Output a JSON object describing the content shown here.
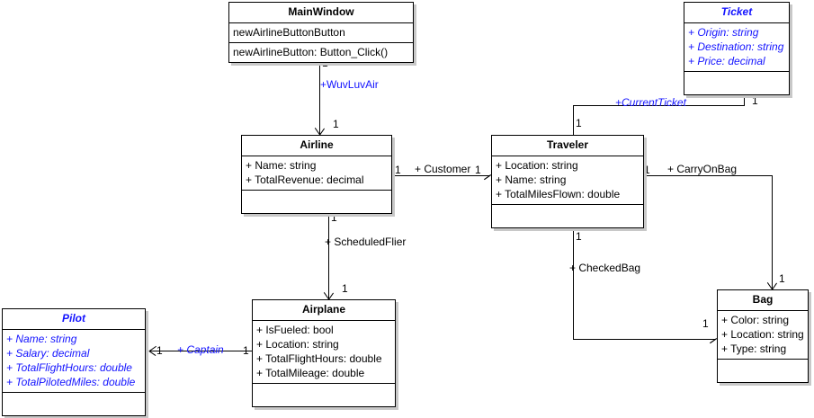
{
  "diagram": {
    "type": "uml-class-diagram",
    "classes": [
      {
        "id": "mainwindow",
        "name": "MainWindow",
        "style": "normal",
        "compartments": [
          [
            "newAirlineButtonButton"
          ],
          [
            "newAirlineButton: Button_Click()"
          ]
        ]
      },
      {
        "id": "ticket",
        "name": "Ticket",
        "style": "new",
        "compartments": [
          [
            "+ Origin: string",
            "+ Destination: string",
            "+ Price: decimal"
          ],
          []
        ]
      },
      {
        "id": "airline",
        "name": "Airline",
        "style": "normal",
        "compartments": [
          [
            "+ Name: string",
            "+ TotalRevenue: decimal"
          ],
          []
        ]
      },
      {
        "id": "traveler",
        "name": "Traveler",
        "style": "normal",
        "compartments": [
          [
            "+ Location: string",
            "+ Name: string",
            "+ TotalMilesFlown: double"
          ],
          []
        ]
      },
      {
        "id": "airplane",
        "name": "Airplane",
        "style": "normal",
        "compartments": [
          [
            "+ IsFueled: bool",
            "+ Location: string",
            "+ TotalFlightHours: double",
            "+ TotalMileage: double"
          ],
          []
        ]
      },
      {
        "id": "pilot",
        "name": "Pilot",
        "style": "new",
        "compartments": [
          [
            "+ Name: string",
            "+ Salary: decimal",
            "+ TotalFlightHours: double",
            "+ TotalPilotedMiles: double"
          ],
          []
        ]
      },
      {
        "id": "bag",
        "name": "Bag",
        "style": "normal",
        "compartments": [
          [
            "+ Color: string",
            "+ Location: string",
            "+ Type: string"
          ],
          []
        ]
      }
    ],
    "associations": [
      {
        "id": "mainwindow-airline",
        "from": "mainwindow",
        "to": "airline",
        "role": "+WuvLuvAir",
        "role_style": "blue",
        "source_multiplicity": "1",
        "target_multiplicity": "1"
      },
      {
        "id": "airline-traveler",
        "from": "airline",
        "to": "traveler",
        "role": "+ Customer",
        "role_style": "black",
        "source_multiplicity": "1",
        "target_multiplicity": "1"
      },
      {
        "id": "traveler-ticket",
        "from": "traveler",
        "to": "ticket",
        "role": "+CurrentTicket",
        "role_style": "blue-italic",
        "source_multiplicity": "1",
        "target_multiplicity": "1"
      },
      {
        "id": "traveler-carryonbag",
        "from": "traveler",
        "to": "bag",
        "role": "+ CarryOnBag",
        "role_style": "black",
        "source_multiplicity": "1",
        "target_multiplicity": "1"
      },
      {
        "id": "traveler-checkedbag",
        "from": "traveler",
        "to": "bag",
        "role": "+ CheckedBag",
        "role_style": "black",
        "source_multiplicity": "1",
        "target_multiplicity": "1"
      },
      {
        "id": "airline-airplane",
        "from": "airline",
        "to": "airplane",
        "role": "+ ScheduledFlier",
        "role_style": "black",
        "source_multiplicity": "1",
        "target_multiplicity": "1"
      },
      {
        "id": "airplane-pilot",
        "from": "airplane",
        "to": "pilot",
        "role": "+ Captain",
        "role_style": "blue-italic",
        "source_multiplicity": "1",
        "target_multiplicity": "1"
      }
    ]
  },
  "colors": {
    "new_class": "#1414ff",
    "normal_class": "#000000",
    "line": "#000000",
    "shadow": "#c8c8c8",
    "background": "#ffffff"
  }
}
